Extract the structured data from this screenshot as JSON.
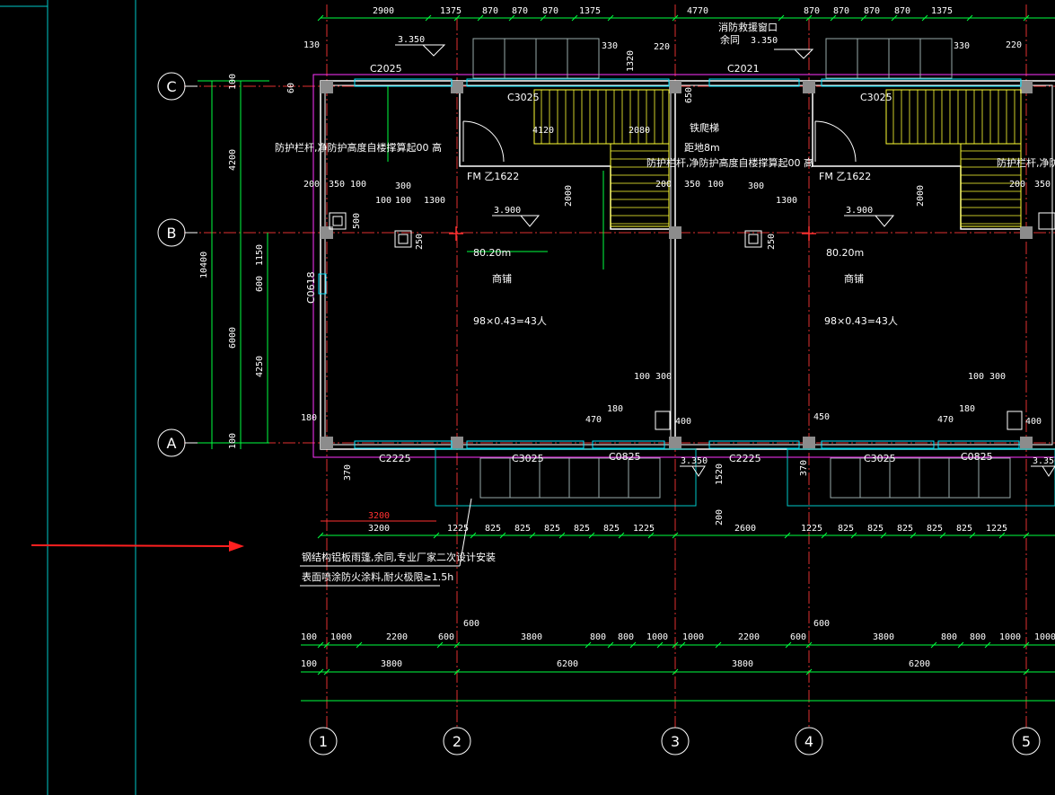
{
  "axes": {
    "columns": [
      "1",
      "2",
      "3",
      "4",
      "5"
    ],
    "rows": [
      "C",
      "B",
      "A"
    ]
  },
  "top_dims": [
    "2900",
    "1375",
    "870",
    "870",
    "870",
    "1375",
    "4770",
    "870",
    "870",
    "870",
    "870",
    "1375"
  ],
  "bay_dims": [
    "3200",
    "1225",
    "825",
    "825",
    "825",
    "825",
    "825",
    "1225",
    "2600",
    "1225",
    "825",
    "825",
    "825",
    "825",
    "825",
    "1225"
  ],
  "red_dim": "3200",
  "dim_row1": [
    "100",
    "1000",
    "2200",
    "600",
    "3800",
    "800",
    "800",
    "1000",
    "1000",
    "2200",
    "600",
    "3800",
    "800",
    "800",
    "1000",
    "1000"
  ],
  "dim_row2": [
    "100",
    "3800",
    "6200",
    "3800",
    "6200"
  ],
  "dim_600": "600",
  "left_dims": {
    "total": "10400",
    "cb": "4200",
    "ba": "6000",
    "n100_top": "100",
    "n100_bot": "100",
    "n60": "60",
    "n1150": "1150",
    "n600": "600",
    "n4250": "4250",
    "n130": "130",
    "n180": "180"
  },
  "windows": {
    "c2025": "C2025",
    "c2021": "C2021",
    "c3025": "C3025",
    "c2225": "C2225",
    "c0825": "C0825",
    "c0618": "C0618"
  },
  "doors": {
    "fm": "FM  乙1622"
  },
  "levels": {
    "l3350": "3.350",
    "l3900": "3.900"
  },
  "notes": {
    "fire_window": "消防救援窗口",
    "same": "余同",
    "ladder": "铁爬梯",
    "height": "距地8m",
    "railing": "防护栏杆,净防护高度自楼撑算起00 高",
    "area": "80.20m",
    "shop": "商铺",
    "occupancy": "98×0.43=43人",
    "canopy1": "钢结构铝板雨篷,余同,专业厂家二次设计安装",
    "canopy2": "表面喷涂防火涂料,耐火极限≥1.5h"
  },
  "small_dims": {
    "d200": "200",
    "d350": "350",
    "d100": "100",
    "d300": "300",
    "d1300": "1300",
    "d500": "500",
    "d250": "250",
    "d4120": "4120",
    "d2080": "2080",
    "d2000": "2000",
    "d650": "650",
    "d220": "220",
    "d330": "330",
    "d1320": "1320",
    "d470": "470",
    "d180": "180",
    "d400": "400",
    "d450": "450",
    "d370": "370",
    "d1520": "1520"
  }
}
